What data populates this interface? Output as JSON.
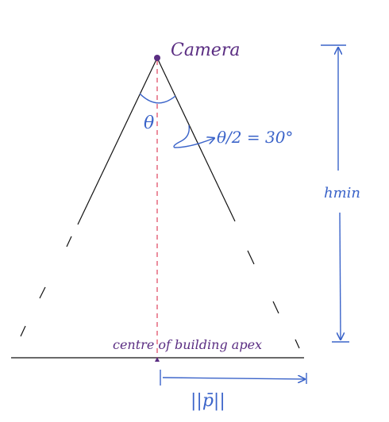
{
  "labels": {
    "camera": "Camera",
    "theta": "θ",
    "half_angle": "θ/2 = 30°",
    "height": "hmin",
    "centre": "centre of building apex",
    "p_norm": "||p̄||"
  },
  "colors": {
    "ink": "#111111",
    "purple": "#5a2d82",
    "blue": "#3a63c9",
    "red_dash": "#e0506a"
  }
}
